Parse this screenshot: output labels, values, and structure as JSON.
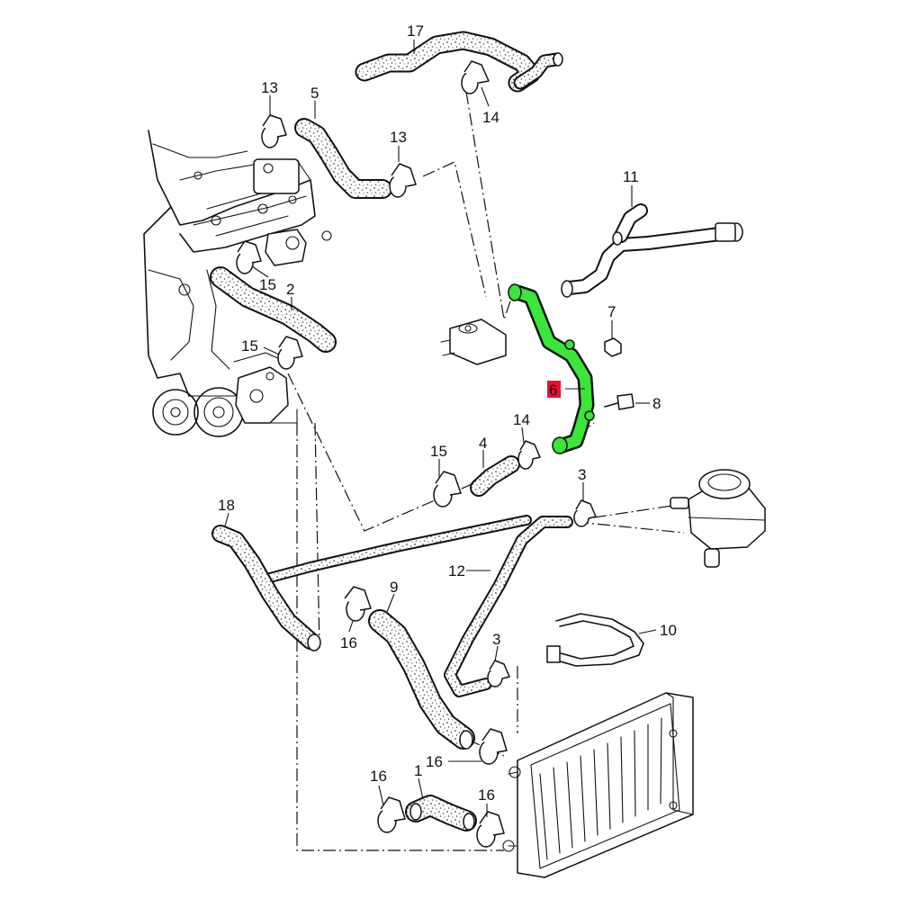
{
  "colors": {
    "highlight": "#39e639",
    "callout_highlight_bg": "#e8112d",
    "line": "#111111",
    "speckle": "#444444",
    "background": "#ffffff"
  },
  "callouts": [
    {
      "id": "1",
      "label": "1"
    },
    {
      "id": "2",
      "label": "2"
    },
    {
      "id": "3a",
      "label": "3"
    },
    {
      "id": "3b",
      "label": "3"
    },
    {
      "id": "4",
      "label": "4"
    },
    {
      "id": "5",
      "label": "5"
    },
    {
      "id": "6",
      "label": "6",
      "highlighted": true
    },
    {
      "id": "7",
      "label": "7"
    },
    {
      "id": "8",
      "label": "8"
    },
    {
      "id": "9",
      "label": "9"
    },
    {
      "id": "10",
      "label": "10"
    },
    {
      "id": "11",
      "label": "11"
    },
    {
      "id": "12",
      "label": "12"
    },
    {
      "id": "13a",
      "label": "13"
    },
    {
      "id": "13b",
      "label": "13"
    },
    {
      "id": "14a",
      "label": "14"
    },
    {
      "id": "14b",
      "label": "14"
    },
    {
      "id": "15a",
      "label": "15"
    },
    {
      "id": "15b",
      "label": "15"
    },
    {
      "id": "15c",
      "label": "15"
    },
    {
      "id": "16a",
      "label": "16"
    },
    {
      "id": "16b",
      "label": "16"
    },
    {
      "id": "16c",
      "label": "16"
    },
    {
      "id": "16d",
      "label": "16"
    },
    {
      "id": "17",
      "label": "17"
    },
    {
      "id": "18",
      "label": "18"
    }
  ]
}
